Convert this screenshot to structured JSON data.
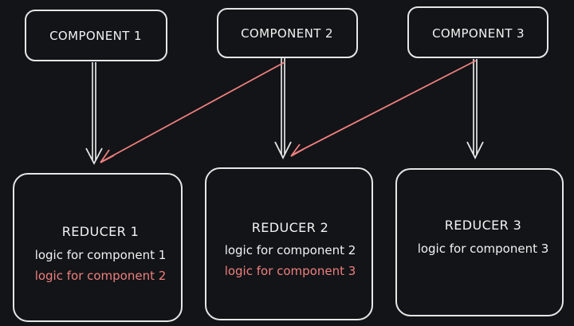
{
  "colors": {
    "background": "#121417",
    "stroke": "#e6e6e6",
    "accent_red": "#f07f7f"
  },
  "components": [
    {
      "label": "COMPONENT 1"
    },
    {
      "label": "COMPONENT 2"
    },
    {
      "label": "COMPONENT 3"
    }
  ],
  "reducers": [
    {
      "title": "REDUCER 1",
      "lines": [
        "logic for component 1"
      ],
      "highlight_lines": [
        "logic for component 2"
      ]
    },
    {
      "title": "REDUCER 2",
      "lines": [
        "logic for component 2"
      ],
      "highlight_lines": [
        "logic for component 3"
      ]
    },
    {
      "title": "REDUCER 3",
      "lines": [
        "logic for component 3"
      ],
      "highlight_lines": []
    }
  ]
}
